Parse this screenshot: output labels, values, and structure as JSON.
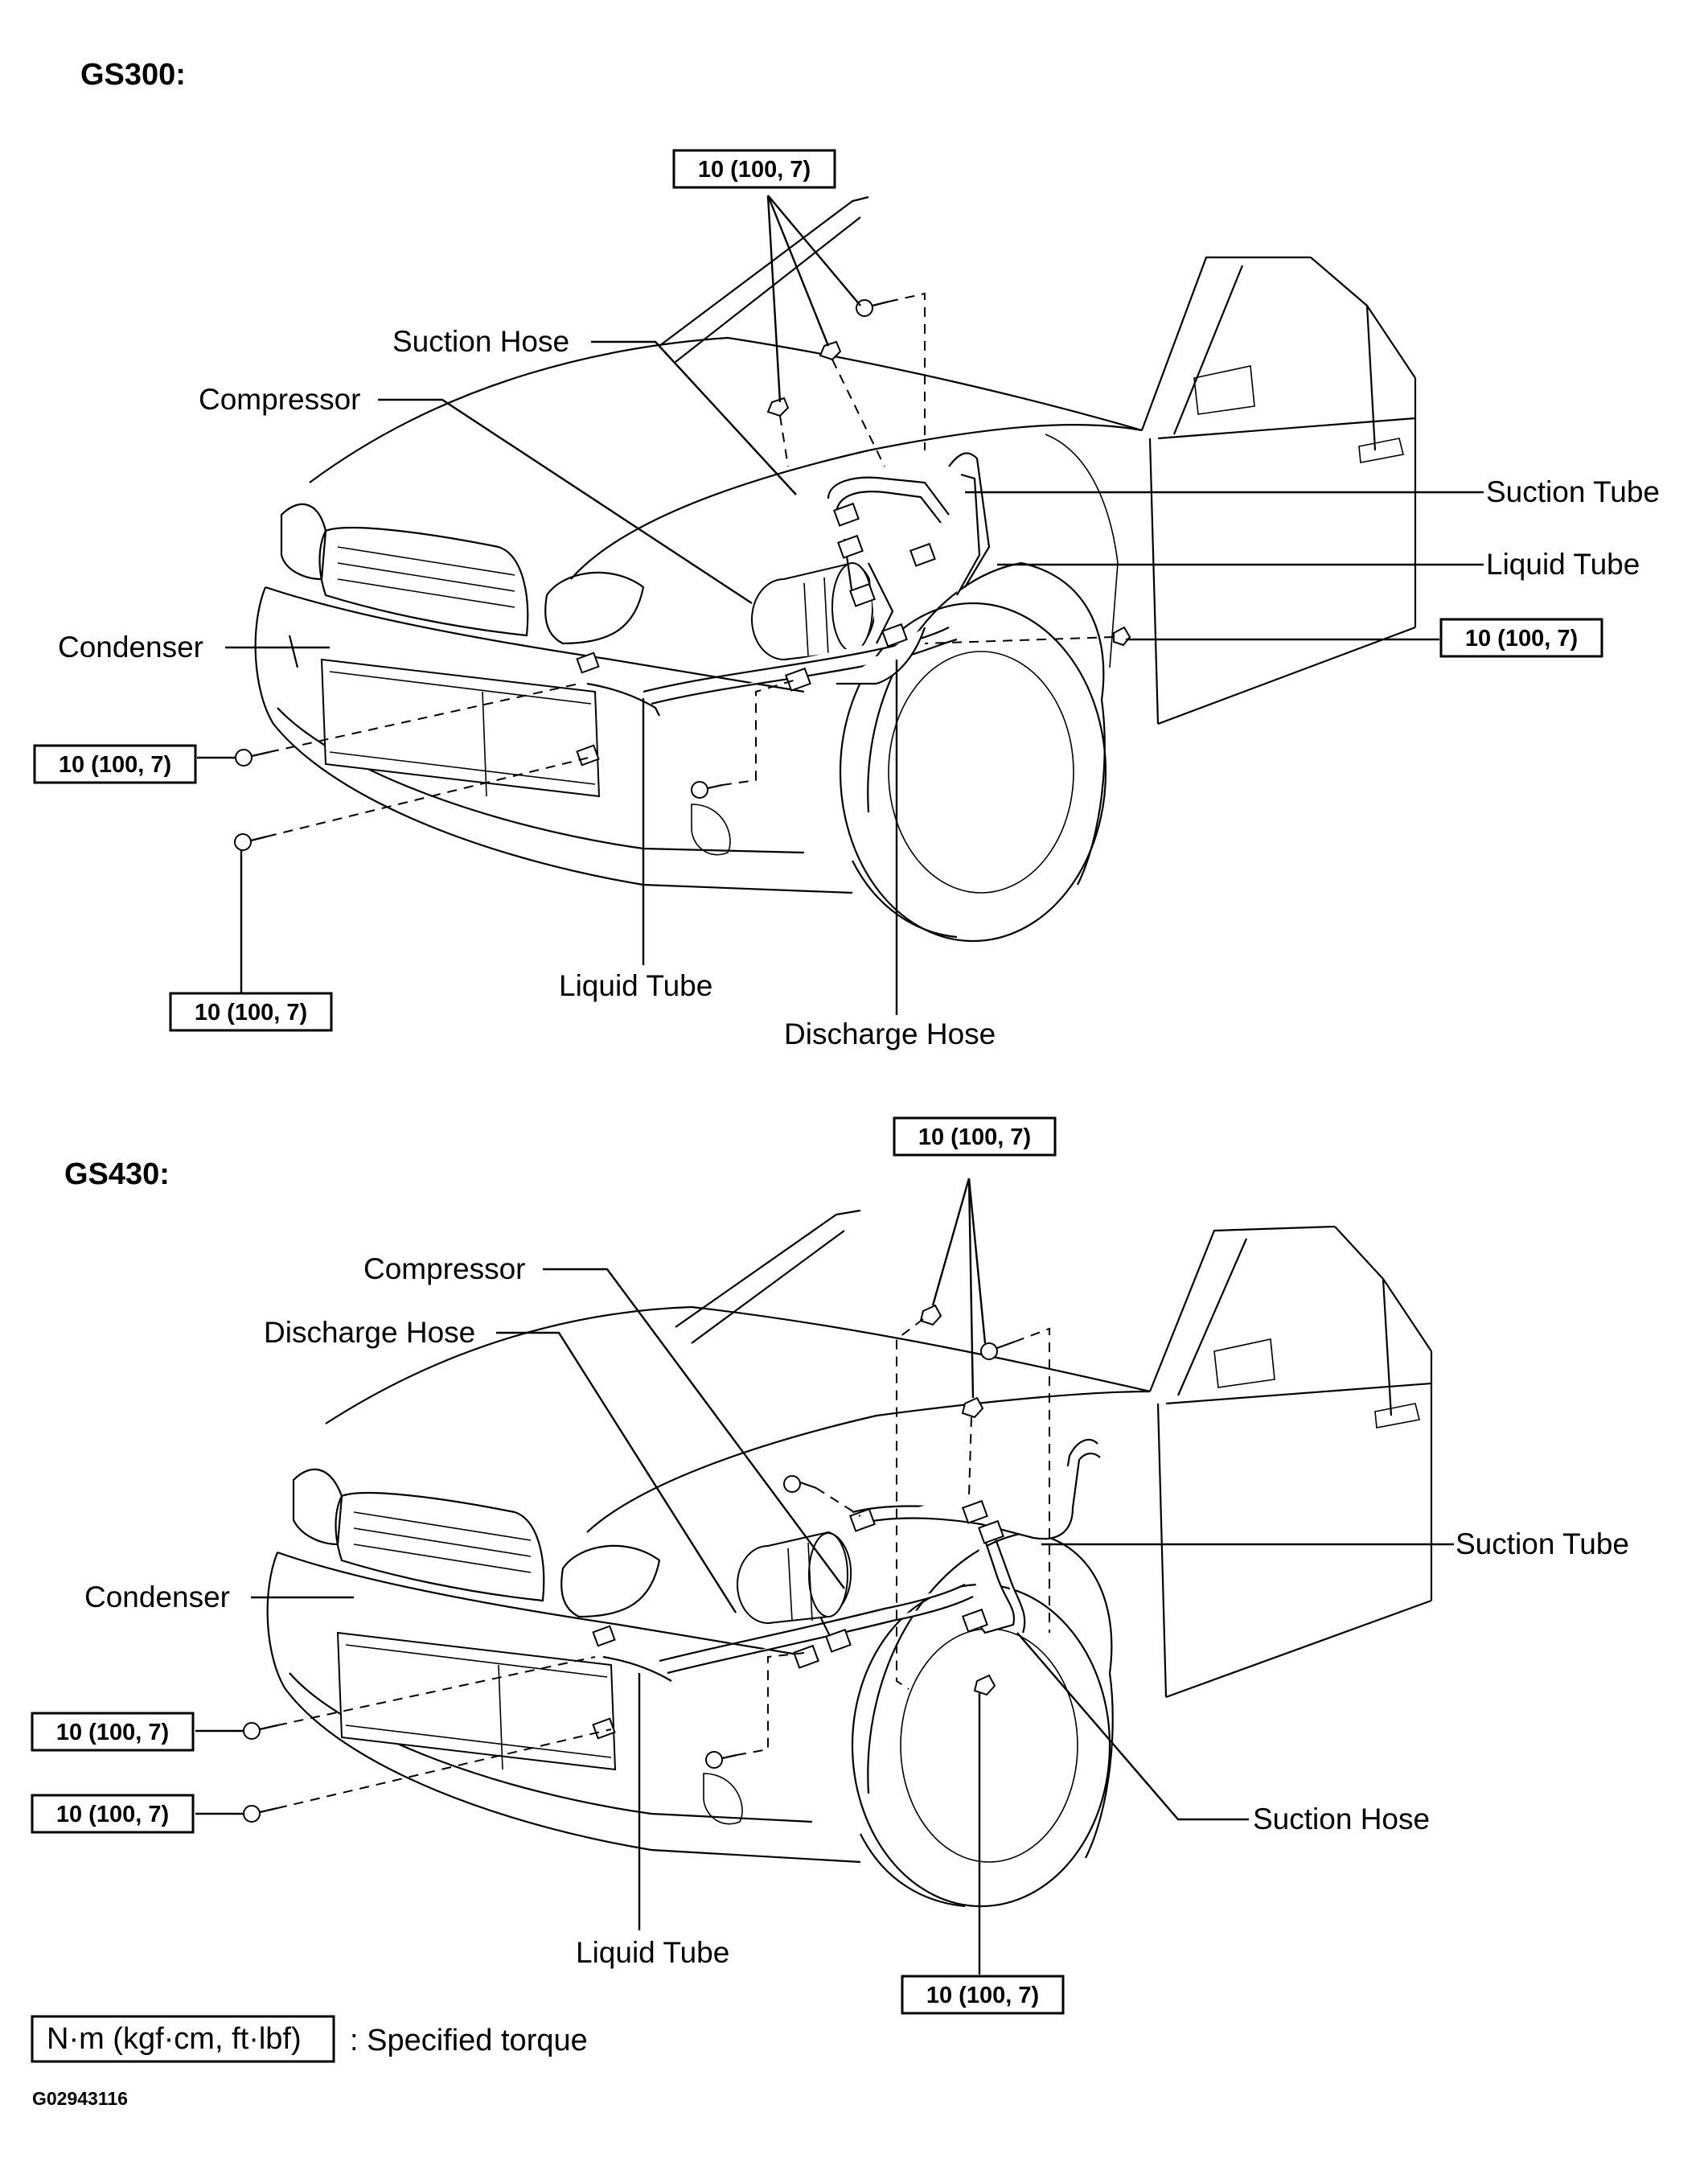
{
  "headers": {
    "gs300": "GS300:",
    "gs430": "GS430:"
  },
  "gs300": {
    "suction_hose": "Suction Hose",
    "compressor": "Compressor",
    "condenser": "Condenser",
    "suction_tube": "Suction Tube",
    "liquid_tube_right": "Liquid Tube",
    "liquid_tube_bottom": "Liquid Tube",
    "discharge_hose": "Discharge Hose",
    "torque_top": "10 (100, 7)",
    "torque_right": "10 (100, 7)",
    "torque_left": "10 (100, 7)",
    "torque_bottom": "10 (100, 7)"
  },
  "gs430": {
    "compressor": "Compressor",
    "discharge_hose": "Discharge Hose",
    "condenser": "Condenser",
    "suction_tube": "Suction Tube",
    "suction_hose": "Suction Hose",
    "liquid_tube": "Liquid Tube",
    "torque_top": "10 (100, 7)",
    "torque_left_upper": "10 (100, 7)",
    "torque_left_lower": "10 (100, 7)",
    "torque_bottom": "10 (100, 7)"
  },
  "legend": {
    "unit": "N·m (kgf·cm, ft·lbf)",
    "description": ": Specified torque"
  },
  "figure_code": "G02943116"
}
